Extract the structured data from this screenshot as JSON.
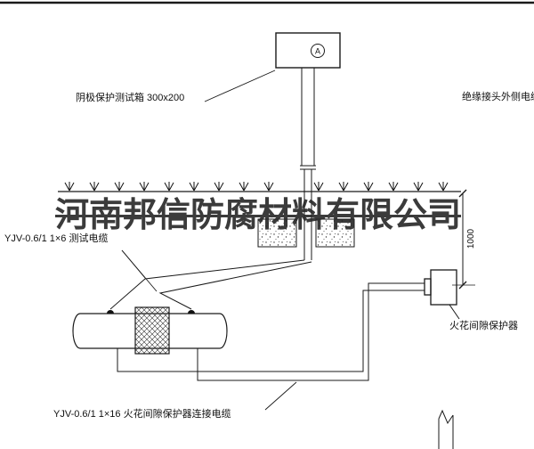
{
  "watermark": {
    "text": "河南邦信防腐材料有限公司"
  },
  "labels": {
    "test_box": "阴极保护测试箱 300x200",
    "outer_cable": "绝缘接头外侧电缆",
    "test_cable": "YJV-0.6/1 1×6  测试电缆",
    "spark_gap": "火花间隙保护器",
    "protector_cable": "YJV-0.6/1 1×16  火花间隙保护器连接电缆"
  },
  "annotations": {
    "meter": "A",
    "dimension_1000": "1000"
  },
  "colors": {
    "line": "#1a1a1a",
    "background": "#ffffff",
    "watermark": "#262626"
  }
}
